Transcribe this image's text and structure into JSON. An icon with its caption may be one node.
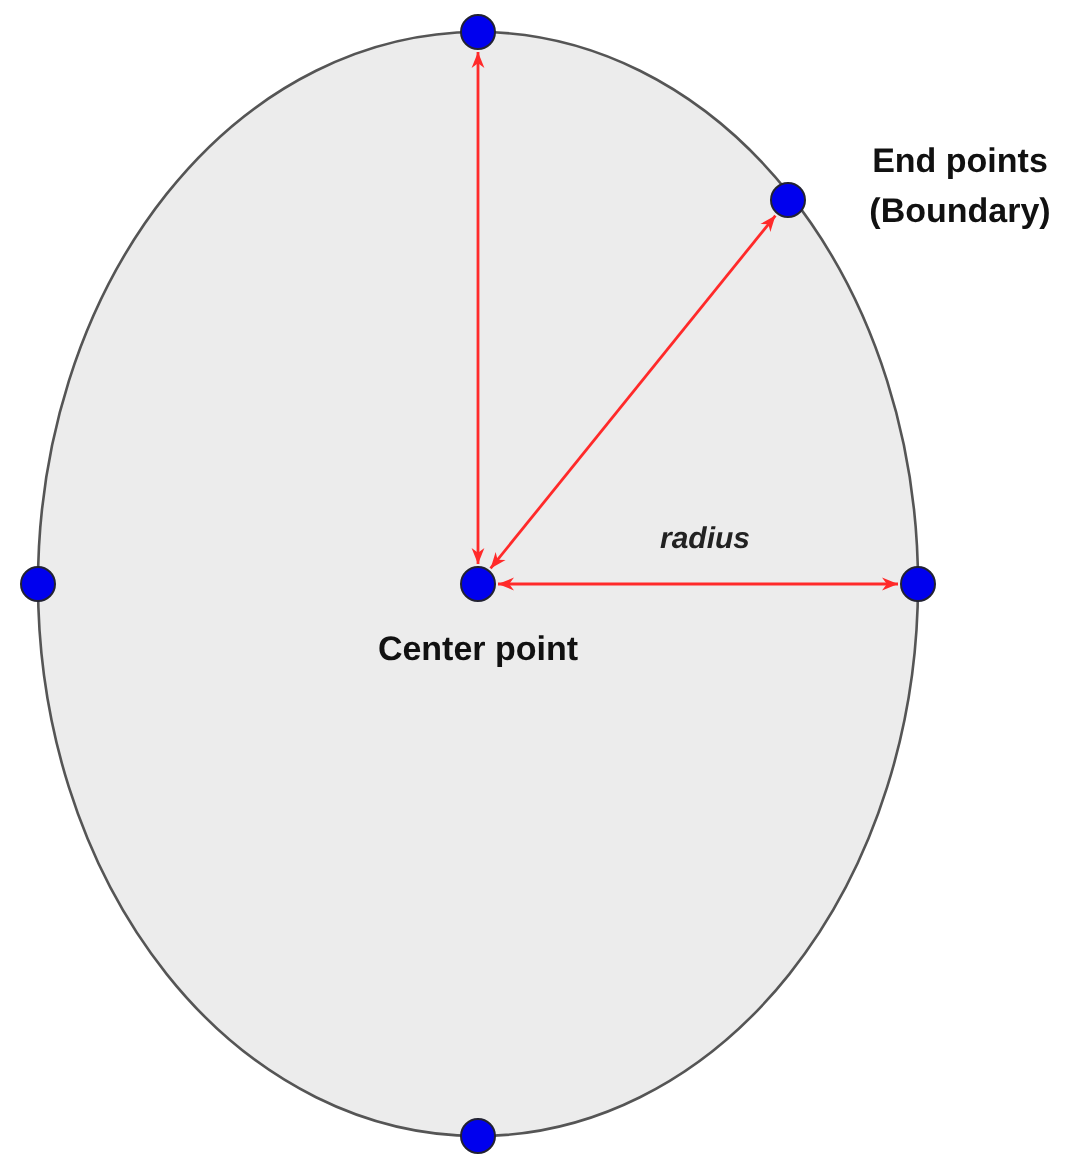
{
  "diagram": {
    "nodes": [
      {
        "text": [],
        "shape": "circle"
      },
      {
        "text": [],
        "shape": "circle",
        "beside": [
          "End points (Boundary)"
        ]
      },
      {
        "text": [],
        "shape": "circle"
      },
      {
        "text": [],
        "shape": "circle",
        "beside": [
          "Center point"
        ]
      },
      {
        "text": [],
        "shape": "circle"
      },
      {
        "text": [],
        "shape": "circle"
      }
    ],
    "edges": [
      {
        "from": 3,
        "to": 0,
        "arrow": "both"
      },
      {
        "from": 3,
        "to": 1,
        "arrow": "both"
      },
      {
        "from": 3,
        "to": 4,
        "arrow": "both",
        "label": "radius"
      }
    ]
  }
}
